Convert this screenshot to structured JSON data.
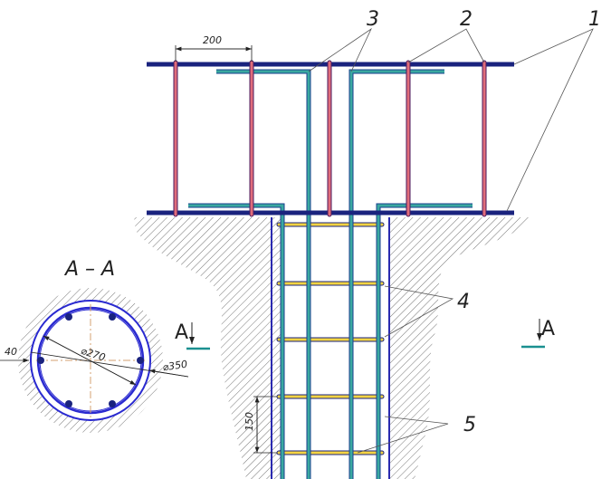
{
  "title": "A – A",
  "callouts": [
    "1",
    "2",
    "3",
    "4",
    "5"
  ],
  "dimensions": {
    "bar_spacing": "200",
    "stirrup_spacing": "150",
    "inner_diameter": "⌀270",
    "outer_diameter": "⌀350",
    "cover": "40"
  },
  "section_marks": {
    "left": "A",
    "right": "A"
  },
  "colors": {
    "longitudinal_bar": "#1a237e",
    "cross_bar": "#e06c7a",
    "anchor_bar": "#3aa8a0",
    "stirrup": "#f5d442",
    "hatch": "#777777"
  }
}
